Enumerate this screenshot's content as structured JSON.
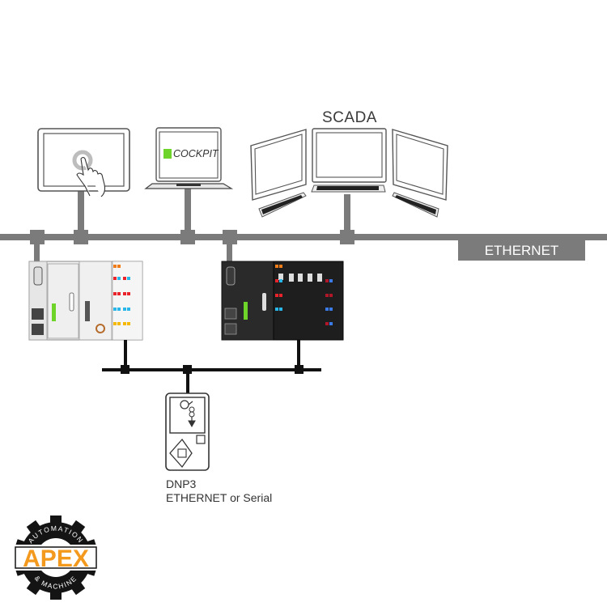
{
  "diagram": {
    "title": "SCADA",
    "network_label": "ETHERNET",
    "cockpit_label": "COCKPIT",
    "field_bus": {
      "line1": "DNP3",
      "line2": "ETHERNET or Serial"
    },
    "devices": [
      {
        "name": "touch-panel",
        "kind": "HMI touch display"
      },
      {
        "name": "laptop",
        "kind": "e!COCKPIT laptop"
      },
      {
        "name": "scada-workstation",
        "kind": "triple monitor station"
      },
      {
        "name": "controller-light",
        "kind": "PLC controller (light grey)"
      },
      {
        "name": "controller-dark",
        "kind": "PLC controller (dark)"
      },
      {
        "name": "rtu-device",
        "kind": "DNP3 field device"
      }
    ],
    "colors": {
      "ethernet_bus": "#7b7b7b",
      "field_bus": "#111111",
      "logo_orange": "#f39a1e",
      "logo_black": "#141414",
      "wago_green": "#6fd42a"
    }
  },
  "logo": {
    "main": "APEX",
    "top_arc": "AUTOMATION",
    "bottom_arc": "& MACHINE"
  }
}
